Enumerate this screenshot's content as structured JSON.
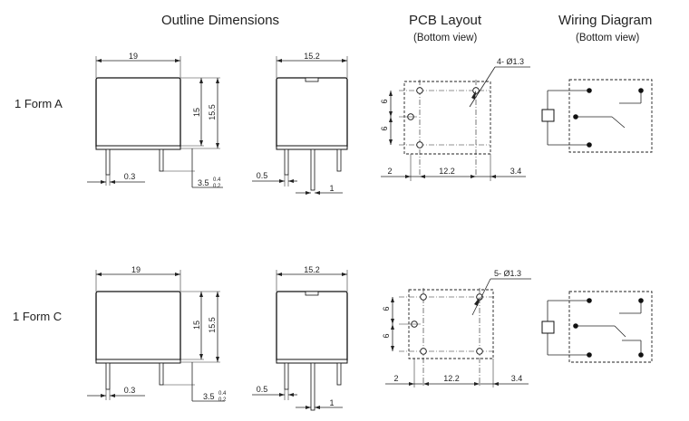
{
  "headers": {
    "outline": "Outline Dimensions",
    "pcb": "PCB Layout",
    "pcb_sub": "(Bottom view)",
    "wiring": "Wiring Diagram",
    "wiring_sub": "(Bottom view)"
  },
  "rows": [
    {
      "label": "1 Form A",
      "width": "19",
      "height_inner": "15",
      "height_outer": "15.5",
      "pin_width": "0.3",
      "pin_len": "3.5",
      "pin_len_tol_plus": "0.4",
      "pin_len_tol_minus": "0.2",
      "depth": "15.2",
      "pin_thick": "0.5",
      "pin_side": "1",
      "hole_label": "4- Ø1.3",
      "pitch_upper": "6",
      "pitch_lower": "6",
      "offset_left": "2",
      "span_main": "12.2",
      "offset_right": "3.4"
    },
    {
      "label": "1 Form C",
      "width": "19",
      "height_inner": "15",
      "height_outer": "15.5",
      "pin_width": "0.3",
      "pin_len": "3.5",
      "pin_len_tol_plus": "0.4",
      "pin_len_tol_minus": "0.2",
      "depth": "15.2",
      "pin_thick": "0.5",
      "pin_side": "1",
      "hole_label": "5- Ø1.3",
      "pitch_upper": "6",
      "pitch_lower": "6",
      "offset_left": "2",
      "span_main": "12.2",
      "offset_right": "3.4"
    }
  ]
}
